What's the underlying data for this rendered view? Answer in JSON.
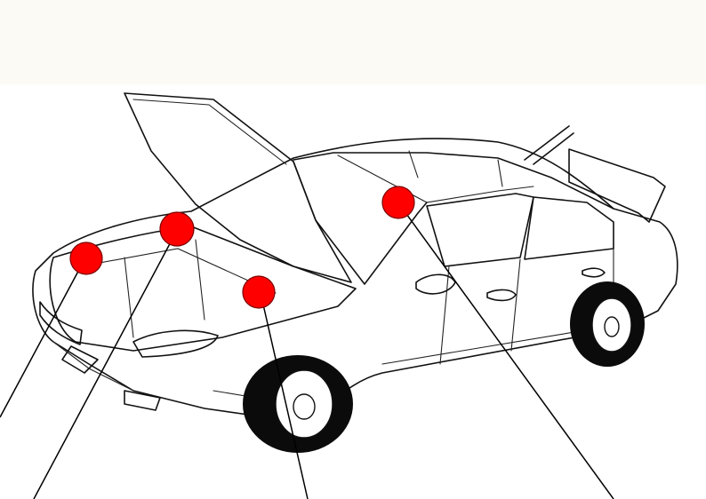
{
  "diagram": {
    "subject": "car-open-hood-illustration",
    "marker_color": "#ff0000",
    "line_color": "#000000",
    "markers": [
      {
        "id": "marker-1"
      },
      {
        "id": "marker-2"
      },
      {
        "id": "marker-3"
      },
      {
        "id": "marker-4"
      }
    ]
  }
}
